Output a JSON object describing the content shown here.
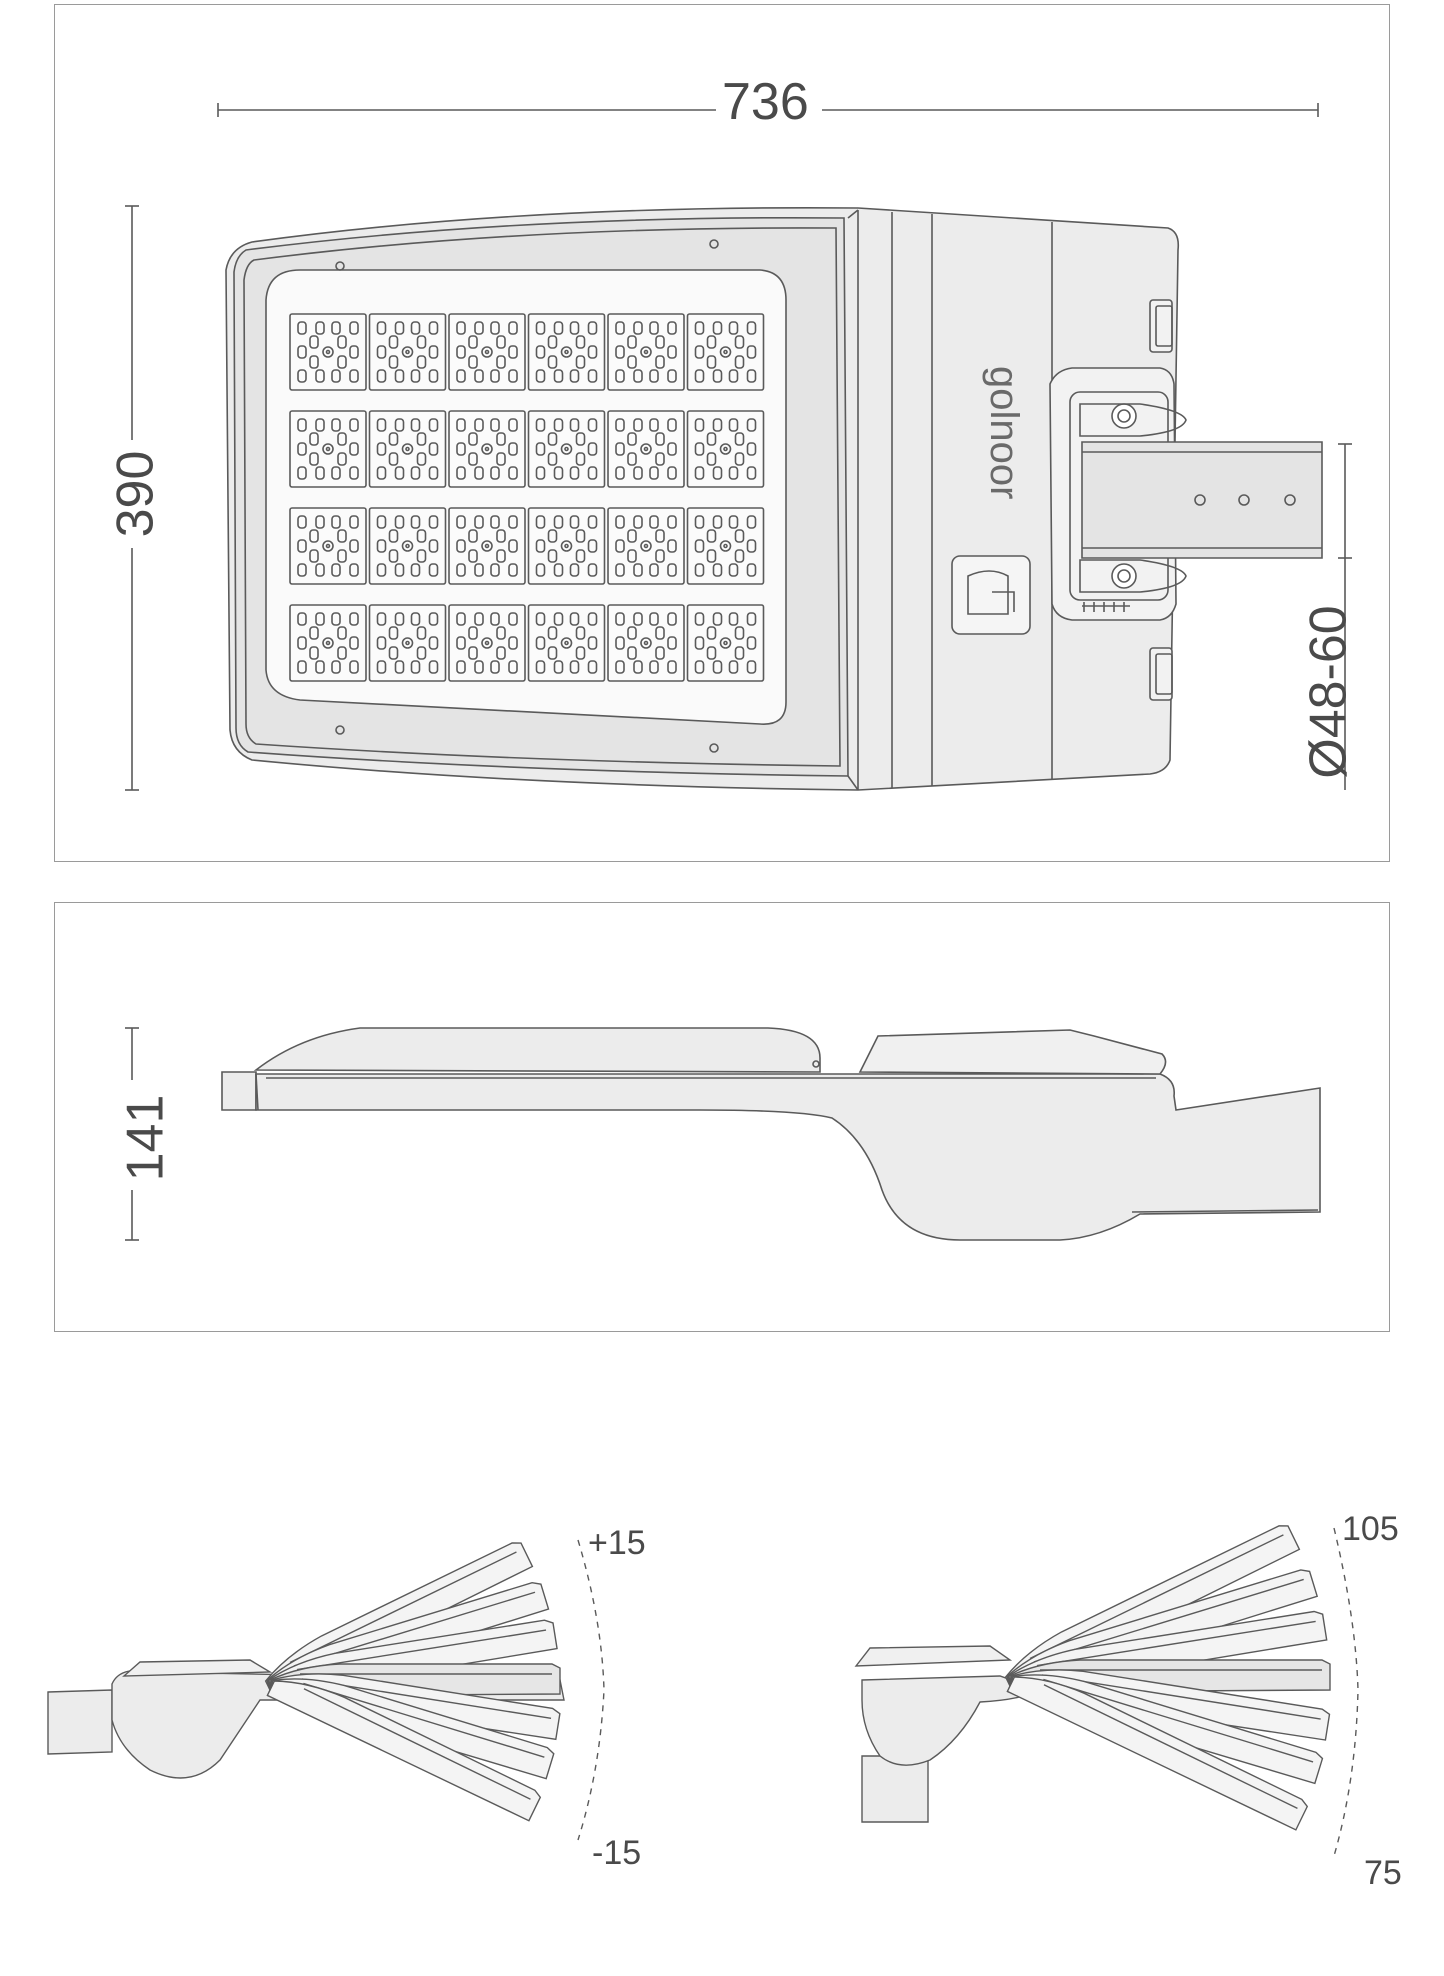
{
  "top_view": {
    "width_dim": "736",
    "height_dim": "390",
    "pole_dim": "Ø48-60",
    "brand": "golnoor"
  },
  "side_view": {
    "height_dim": "141"
  },
  "tilt_left": {
    "upper": "+15",
    "lower": "-15"
  },
  "tilt_right": {
    "upper": "105",
    "lower": "75"
  },
  "colors": {
    "line": "#5a5a5a",
    "fill": "#e9e9e9",
    "panel_border": "#9a9a9a"
  }
}
